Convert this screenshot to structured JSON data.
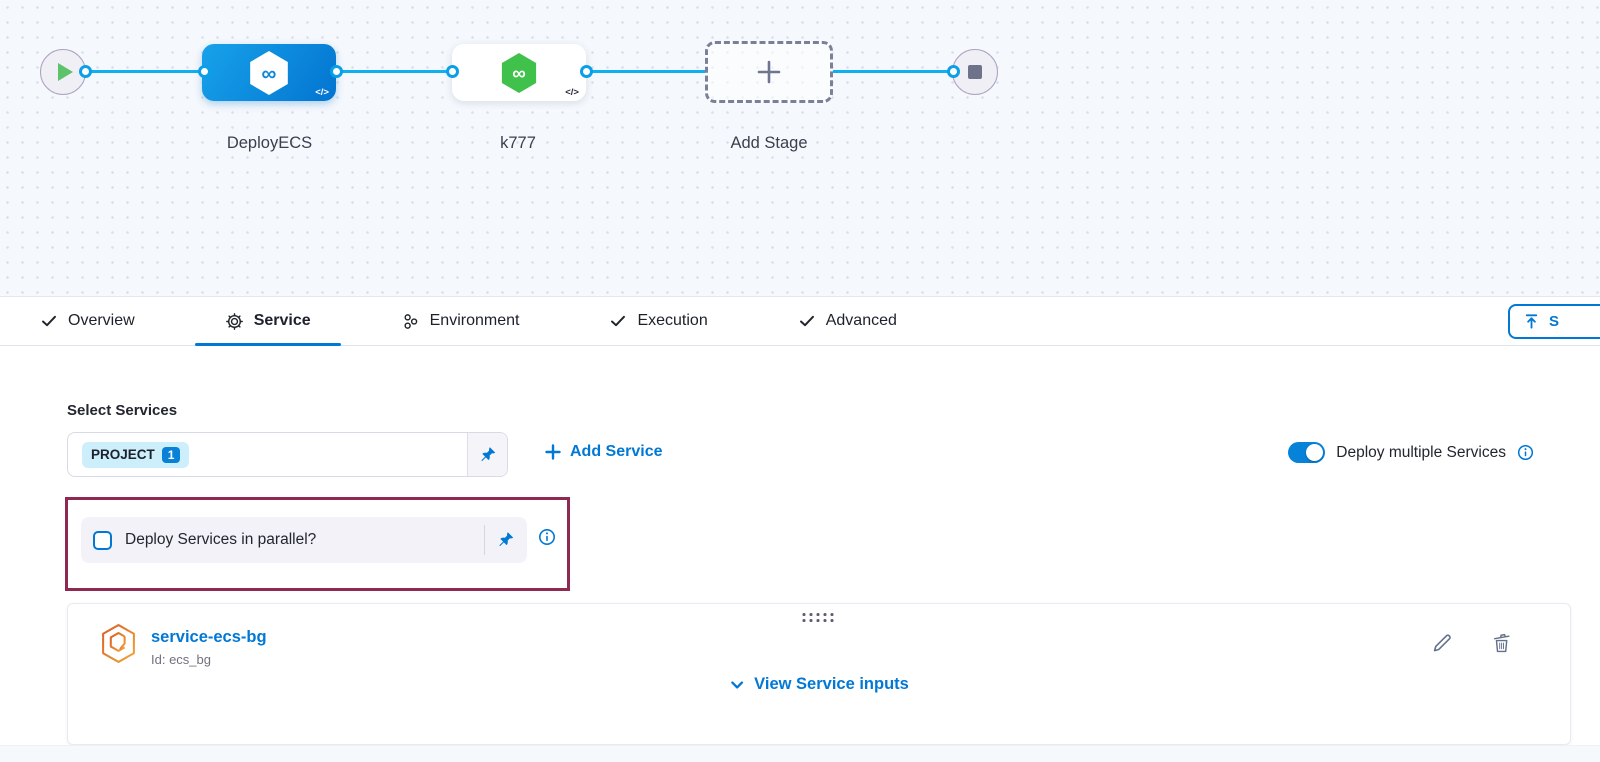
{
  "pipeline_canvas": {
    "stages": [
      {
        "name": "DeployECS"
      },
      {
        "name": "k777"
      }
    ],
    "add_stage_label": "Add Stage",
    "code_badge": "</>",
    "infinity_glyph": "∞"
  },
  "tab_bar": {
    "tabs": [
      {
        "label": "Overview"
      },
      {
        "label": "Service"
      },
      {
        "label": "Environment"
      },
      {
        "label": "Execution"
      },
      {
        "label": "Advanced"
      }
    ],
    "active_tab": "Service",
    "save_button_label": "S"
  },
  "service_section": {
    "select_services_label": "Select Services",
    "service_chip": {
      "label": "PROJECT",
      "count": "1"
    },
    "add_service_label": "Add Service",
    "deploy_multiple_toggle": {
      "label": "Deploy multiple Services",
      "state": "on"
    },
    "parallel_checkbox": {
      "label": "Deploy Services in parallel?",
      "checked": false
    }
  },
  "service_card": {
    "name": "service-ecs-bg",
    "id_label": "Id: ecs_bg",
    "view_inputs_label": "View Service inputs"
  },
  "colors": {
    "accent_blue": "#0278d5",
    "flow_line_blue": "#0fb0ef",
    "stage_gradient_start": "#17a2ea",
    "stage_gradient_end": "#0374d0",
    "stage_green": "#3fc14b",
    "service_icon_orange": "#e0762f",
    "highlight_maroon": "#8e2a52",
    "chip_bg": "#cdeffc",
    "canvas_bg": "#f5f8fc",
    "play_green": "#5ec26a"
  }
}
